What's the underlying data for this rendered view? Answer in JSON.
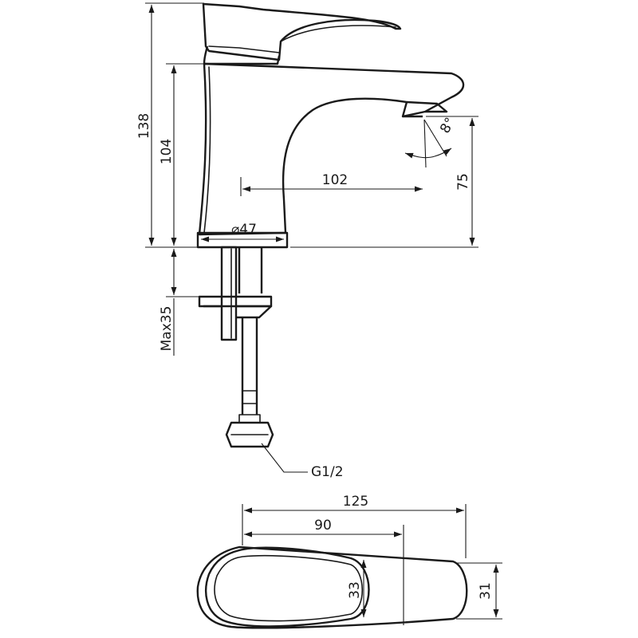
{
  "dimensions": {
    "total_height": "138",
    "body_height": "104",
    "spout_reach": "102",
    "spout_height": "75",
    "base_diameter": "⌀47",
    "max_mounting": "Max35",
    "thread": "G1/2",
    "spout_angle": "8°",
    "top_length_total": "125",
    "top_length_spout": "90",
    "top_width_handle": "33",
    "top_width_body": "31"
  }
}
